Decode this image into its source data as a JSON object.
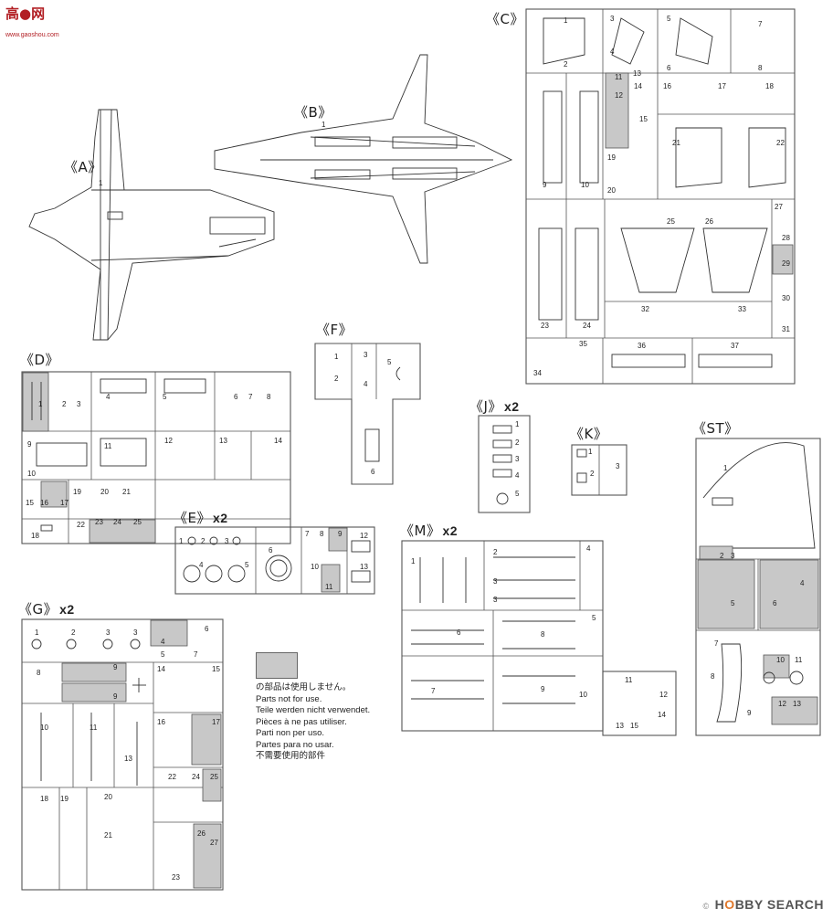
{
  "watermark_top": {
    "chars": "高",
    "mark": "●",
    "site_cn": "网",
    "url": "www.gaoshou.com"
  },
  "watermark_bottom": {
    "copyright": "©",
    "brand_a": "H",
    "brand_o": "O",
    "brand_b": "BBY SEARCH"
  },
  "sprues": {
    "A": {
      "title": "《A》",
      "qty": ""
    },
    "B": {
      "title": "《B》",
      "qty": ""
    },
    "C": {
      "title": "《C》",
      "qty": ""
    },
    "D": {
      "title": "《D》",
      "qty": ""
    },
    "E": {
      "title": "《E》",
      "qty": "x2"
    },
    "F": {
      "title": "《F》",
      "qty": ""
    },
    "G": {
      "title": "《G》",
      "qty": "x2"
    },
    "J": {
      "title": "《J》",
      "qty": "x2"
    },
    "K": {
      "title": "《K》",
      "qty": ""
    },
    "M": {
      "title": "《M》",
      "qty": "x2"
    },
    "ST": {
      "title": "《ST》",
      "qty": ""
    }
  },
  "legend": {
    "lines": [
      "の部品は使用しません。",
      "Parts not for use.",
      "Teile werden nicht verwendet.",
      "Pièces à ne pas utiliser.",
      "Parti non per uso.",
      "Partes para no usar.",
      "不需要使用的部件"
    ]
  },
  "part_numbers": {
    "A": [
      "1"
    ],
    "B": [
      "1"
    ],
    "C": [
      "1",
      "2",
      "3",
      "4",
      "5",
      "6",
      "7",
      "8",
      "11",
      "12",
      "13",
      "14",
      "15",
      "16",
      "17",
      "18",
      "19",
      "20",
      "9",
      "10",
      "21",
      "22",
      "25",
      "26",
      "27",
      "28",
      "29",
      "23",
      "24",
      "32",
      "33",
      "30",
      "31",
      "34",
      "35",
      "36",
      "37"
    ],
    "D": [
      "1",
      "2",
      "3",
      "4",
      "5",
      "6",
      "7",
      "8",
      "9",
      "10",
      "11",
      "12",
      "13",
      "14",
      "15",
      "16",
      "17",
      "19",
      "20",
      "21",
      "18",
      "22",
      "23",
      "24",
      "25"
    ],
    "E": [
      "1",
      "2",
      "3",
      "4",
      "5",
      "6",
      "7",
      "8",
      "9",
      "10",
      "11",
      "12",
      "13"
    ],
    "F": [
      "1",
      "2",
      "3",
      "4",
      "5",
      "6"
    ],
    "G": [
      "1",
      "2",
      "3",
      "3",
      "4",
      "5",
      "6",
      "7",
      "8",
      "9",
      "9",
      "14",
      "15",
      "16",
      "17",
      "10",
      "11",
      "13",
      "18",
      "19",
      "20",
      "21",
      "22",
      "24",
      "25",
      "26",
      "27",
      "23"
    ],
    "J": [
      "1",
      "2",
      "3",
      "4",
      "5"
    ],
    "K": [
      "1",
      "2",
      "3"
    ],
    "M": [
      "1",
      "2",
      "3",
      "3",
      "4",
      "5",
      "6",
      "7",
      "8",
      "9",
      "10",
      "11",
      "12",
      "13",
      "14",
      "15"
    ],
    "ST": [
      "1",
      "2",
      "3",
      "4",
      "5",
      "6",
      "7",
      "8",
      "9",
      "10",
      "11",
      "12",
      "13"
    ]
  }
}
